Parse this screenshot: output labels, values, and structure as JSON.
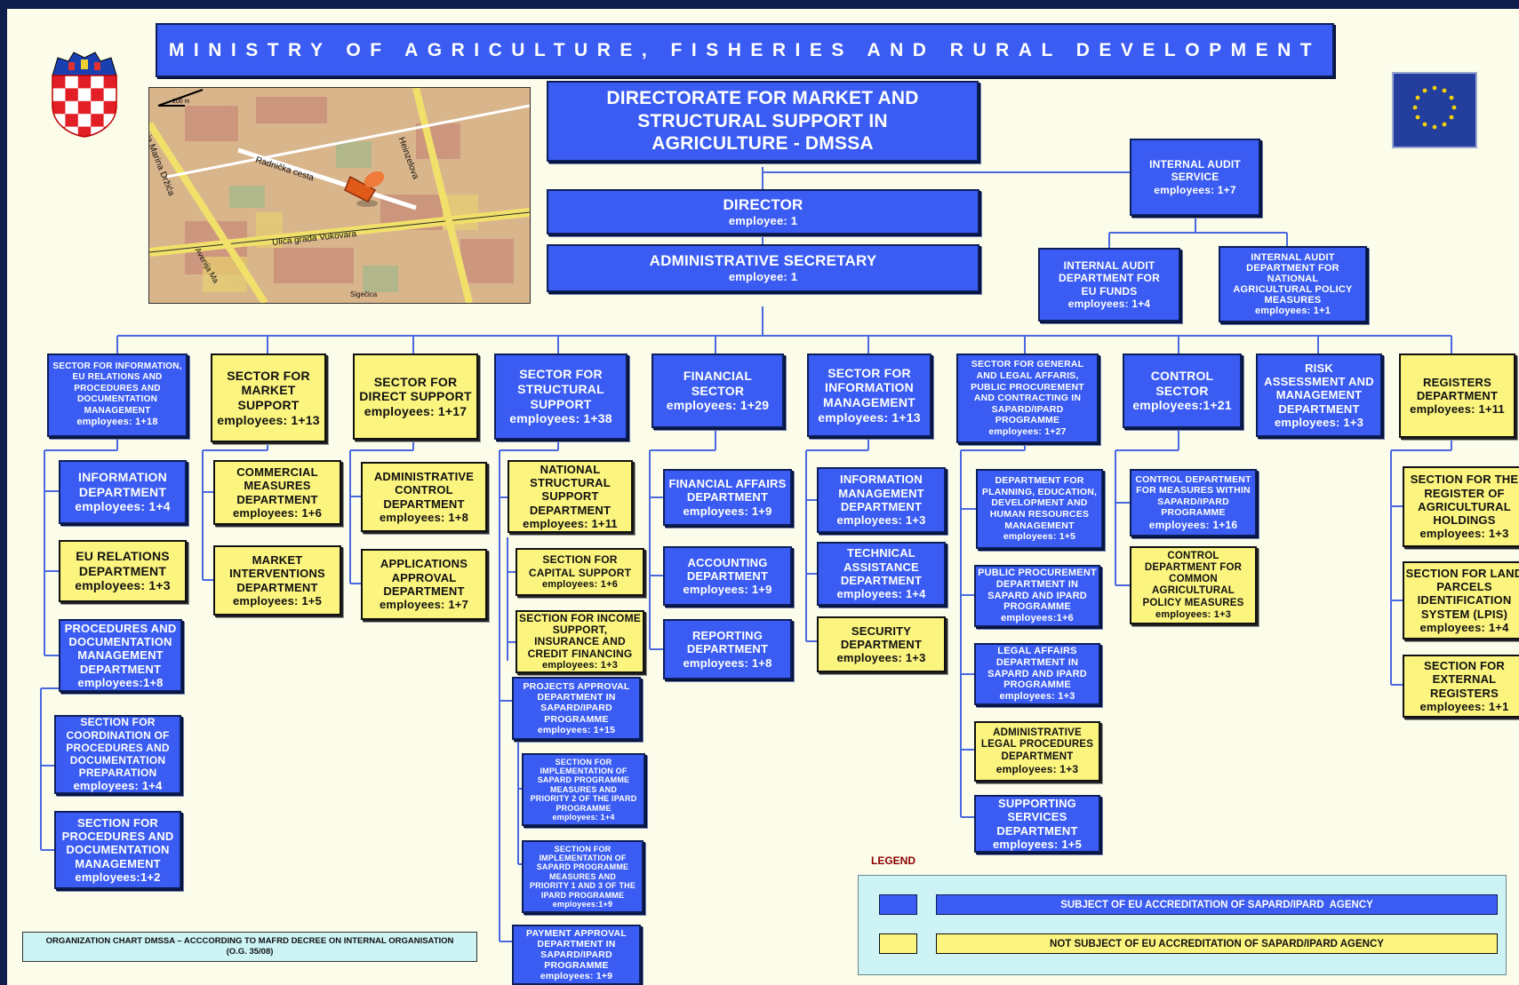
{
  "title": "MINISTRY OF AGRICULTURE, FISHERIES AND RURAL DEVELOPMENT",
  "colors": {
    "accredited": "#3a5cf2",
    "not_accredited": "#fbf47f",
    "legend_title": "#8b0000"
  },
  "map": {
    "scale": "200 m",
    "streets": [
      "Heinzelova",
      "Radnička cesta",
      "ia Marina Držića",
      "Ulica grada Vukovara",
      "Avenija Ma",
      "Sigečica"
    ]
  },
  "top": {
    "dmssa": [
      "DIRECTORATE FOR MARKET AND",
      "STRUCTURAL SUPPORT IN",
      "AGRICULTURE - DMSSA"
    ],
    "director": {
      "name": "DIRECTOR",
      "emp": "employee: 1"
    },
    "secretary": {
      "name": "ADMINISTRATIVE SECRETARY",
      "emp": "employee: 1"
    },
    "audit": {
      "name": [
        "INTERNAL AUDIT",
        "SERVICE"
      ],
      "emp": "employees: 1+7"
    },
    "audit_eu": {
      "name": [
        "INTERNAL AUDIT",
        "DEPARTMENT FOR",
        "EU FUNDS"
      ],
      "emp": "employees: 1+4"
    },
    "audit_nat": {
      "name": [
        "INTERNAL AUDIT",
        "DEPARTMENT FOR",
        "NATIONAL",
        "AGRICULTURAL POLICY",
        "MEASURES"
      ],
      "emp": "employees: 1+1"
    }
  },
  "sectors": {
    "s1": {
      "name": [
        "SECTOR FOR INFORMATION,",
        "EU RELATIONS AND",
        "PROCEDURES AND",
        "DOCUMENTATION",
        "MANAGEMENT"
      ],
      "emp": "employees: 1+18"
    },
    "s2": {
      "name": [
        "SECTOR FOR",
        "MARKET",
        "SUPPORT"
      ],
      "emp": "employees: 1+13"
    },
    "s3": {
      "name": [
        "SECTOR FOR",
        "DIRECT SUPPORT"
      ],
      "emp": "employees: 1+17"
    },
    "s4": {
      "name": [
        "SECTOR FOR",
        "STRUCTURAL",
        "SUPPORT"
      ],
      "emp": "employees: 1+38"
    },
    "s5": {
      "name": [
        "FINANCIAL",
        "SECTOR"
      ],
      "emp": "employees: 1+29"
    },
    "s6": {
      "name": [
        "SECTOR FOR",
        "INFORMATION",
        "MANAGEMENT"
      ],
      "emp": "employees: 1+13"
    },
    "s7": {
      "name": [
        "SECTOR FOR GENERAL",
        "AND LEGAL AFFARIS,",
        "PUBLIC PROCUREMENT",
        "AND CONTRACTING IN",
        "SAPARD/IPARD",
        "PROGRAMME"
      ],
      "emp": "employees: 1+27"
    },
    "s8": {
      "name": [
        "CONTROL",
        "SECTOR"
      ],
      "emp": "employees:1+21"
    },
    "s9": {
      "name": [
        "RISK",
        "ASSESSMENT AND",
        "MANAGEMENT",
        "DEPARTMENT"
      ],
      "emp": "employees: 1+3"
    },
    "s10": {
      "name": [
        "REGISTERS",
        "DEPARTMENT"
      ],
      "emp": "employees: 1+11"
    }
  },
  "units": {
    "c1a": {
      "name": [
        "INFORMATION",
        "DEPARTMENT"
      ],
      "emp": "employees: 1+4"
    },
    "c1b": {
      "name": [
        "EU RELATIONS",
        "DEPARTMENT"
      ],
      "emp": "employees: 1+3"
    },
    "c1c": {
      "name": [
        "PROCEDURES AND",
        "DOCUMENTATION",
        "MANAGEMENT",
        "DEPARTMENT"
      ],
      "emp": "employees:1+8"
    },
    "c1d": {
      "name": [
        "SECTION FOR",
        "COORDINATION OF",
        "PROCEDURES AND",
        "DOCUMENTATION",
        "PREPARATION"
      ],
      "emp": "employees: 1+4"
    },
    "c1e": {
      "name": [
        "SECTION FOR",
        "PROCEDURES AND",
        "DOCUMENTATION",
        "MANAGEMENT"
      ],
      "emp": "employees:1+2"
    },
    "c2a": {
      "name": [
        "COMMERCIAL",
        "MEASURES",
        "DEPARTMENT"
      ],
      "emp": "employees: 1+6"
    },
    "c2b": {
      "name": [
        "MARKET",
        "INTERVENTIONS",
        "DEPARTMENT"
      ],
      "emp": "employees: 1+5"
    },
    "c3a": {
      "name": [
        "ADMINISTRATIVE",
        "CONTROL",
        "DEPARTMENT"
      ],
      "emp": "employees: 1+8"
    },
    "c3b": {
      "name": [
        "APPLICATIONS",
        "APPROVAL",
        "DEPARTMENT"
      ],
      "emp": "employees: 1+7"
    },
    "c4a": {
      "name": [
        "NATIONAL",
        "STRUCTURAL",
        "SUPPORT",
        "DEPARTMENT"
      ],
      "emp": "employees: 1+11"
    },
    "c4b": {
      "name": [
        "SECTION FOR",
        "CAPITAL SUPPORT"
      ],
      "emp": "employees: 1+6"
    },
    "c4c": {
      "name": [
        "SECTION FOR INCOME",
        "SUPPORT,",
        "INSURANCE AND",
        "CREDIT FINANCING"
      ],
      "emp": "employees: 1+3"
    },
    "c4d": {
      "name": [
        "PROJECTS APPROVAL",
        "DEPARTMENT IN",
        "SAPARD/IPARD",
        "PROGRAMME"
      ],
      "emp": "employees: 1+15"
    },
    "c4e": {
      "name": [
        "SECTION FOR",
        "IMPLEMENTATION OF",
        "SAPARD PROGRAMME",
        "MEASURES AND",
        "PRIORITY 2 OF THE IPARD",
        "PROGRAMME"
      ],
      "emp": "employees: 1+4"
    },
    "c4f": {
      "name": [
        "SECTION FOR",
        "IMPLEMENTATION OF",
        "SAPARD PROGRAMME",
        "MEASURES AND",
        "PRIORITY 1 AND 3 OF THE",
        "IPARD PROGRAMME"
      ],
      "emp": "employees:1+9"
    },
    "c4g": {
      "name": [
        "PAYMENT APPROVAL",
        "DEPARTMENT IN",
        "SAPARD/IPARD",
        "PROGRAMME"
      ],
      "emp": "employees: 1+9"
    },
    "c5a": {
      "name": [
        "FINANCIAL AFFAIRS",
        "DEPARTMENT"
      ],
      "emp": "employees: 1+9"
    },
    "c5b": {
      "name": [
        "ACCOUNTING",
        "DEPARTMENT"
      ],
      "emp": "employees: 1+9"
    },
    "c5c": {
      "name": [
        "REPORTING",
        "DEPARTMENT"
      ],
      "emp": "employees: 1+8"
    },
    "c6a": {
      "name": [
        "INFORMATION",
        "MANAGEMENT",
        "DEPARTMENT"
      ],
      "emp": "employees: 1+3"
    },
    "c6b": {
      "name": [
        "TECHNICAL",
        "ASSISTANCE",
        "DEPARTMENT"
      ],
      "emp": "employees: 1+4"
    },
    "c6c": {
      "name": [
        "SECURITY",
        "DEPARTMENT"
      ],
      "emp": "employees: 1+3"
    },
    "c7a": {
      "name": [
        "DEPARTMENT FOR",
        "PLANNING, EDUCATION,",
        "DEVELOPMENT AND",
        "HUMAN RESOURCES",
        "MANAGEMENT"
      ],
      "emp": "employees: 1+5"
    },
    "c7b": {
      "name": [
        "PUBLIC PROCUREMENT",
        "DEPARTMENT IN",
        "SAPARD AND IPARD",
        "PROGRAMME"
      ],
      "emp": "employees:1+6"
    },
    "c7c": {
      "name": [
        "LEGAL AFFAIRS",
        "DEPARTMENT IN",
        "SAPARD AND IPARD",
        "PROGRAMME"
      ],
      "emp": "employees: 1+3"
    },
    "c7d": {
      "name": [
        "ADMINISTRATIVE",
        "LEGAL PROCEDURES",
        "DEPARTMENT"
      ],
      "emp": "employees: 1+3"
    },
    "c7e": {
      "name": [
        "SUPPORTING",
        "SERVICES",
        "DEPARTMENT"
      ],
      "emp": "employees: 1+5"
    },
    "c8a": {
      "name": [
        "CONTROL DEPARTMENT",
        "FOR MEASURES WITHIN",
        "SAPARD/IPARD",
        "PROGRAMME"
      ],
      "emp": "employees: 1+16"
    },
    "c8b": {
      "name": [
        "CONTROL",
        "DEPARTMENT FOR",
        "COMMON",
        "AGRICULTURAL",
        "POLICY MEASURES"
      ],
      "emp": "employees: 1+3"
    },
    "c10a": {
      "name": [
        "SECTION FOR THE",
        "REGISTER OF",
        "AGRICULTURAL",
        "HOLDINGS"
      ],
      "emp": "employees: 1+3"
    },
    "c10b": {
      "name": [
        "SECTION FOR LAND",
        "PARCELS",
        "IDENTIFICATION",
        "SYSTEM (LPIS)"
      ],
      "emp": "employees: 1+4"
    },
    "c10c": {
      "name": [
        "SECTION FOR",
        "EXTERNAL",
        "REGISTERS"
      ],
      "emp": "employees: 1+1"
    }
  },
  "legend": {
    "title": "LEGEND",
    "blue": "SUBJECT OF EU ACCREDITATION OF SAPARD/IPARD  AGENCY",
    "yellow": "NOT SUBJECT OF EU ACCREDITATION OF SAPARD/IPARD AGENCY"
  },
  "footer": [
    "ORGANIZATION CHART  DMSSA – ACCCORDING TO MAFRD DECREE ON INTERNAL ORGANISATION",
    "(O.G. 35/08)"
  ]
}
